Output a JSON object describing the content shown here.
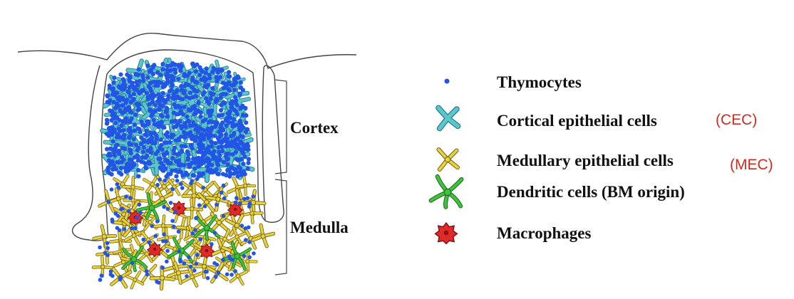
{
  "regions": {
    "cortex": "Cortex",
    "medulla": "Medulla"
  },
  "legend": [
    {
      "icon": "thymocyte-icon",
      "label": "Thymocytes",
      "abbr": ""
    },
    {
      "icon": "cortical-epithelial-cell-icon",
      "label": "Cortical epithelial cells",
      "abbr": "(CEC)"
    },
    {
      "icon": "medullary-epithelial-cell-icon",
      "label": "Medullary epithelial cells",
      "abbr": "(MEC)"
    },
    {
      "icon": "dendritic-cell-icon",
      "label": "Dendritic cells (BM origin)",
      "abbr": ""
    },
    {
      "icon": "macrophage-icon",
      "label": "Macrophages",
      "abbr": ""
    }
  ],
  "colors": {
    "thymocyte": "#2255e6",
    "cortical_epithelial": "#5cc6cf",
    "medullary_epithelial": "#e8d33a",
    "dendritic": "#3fc33a",
    "macrophage": "#e02a2a",
    "abbr_text": "#d42a1e",
    "outline": "#333333"
  }
}
